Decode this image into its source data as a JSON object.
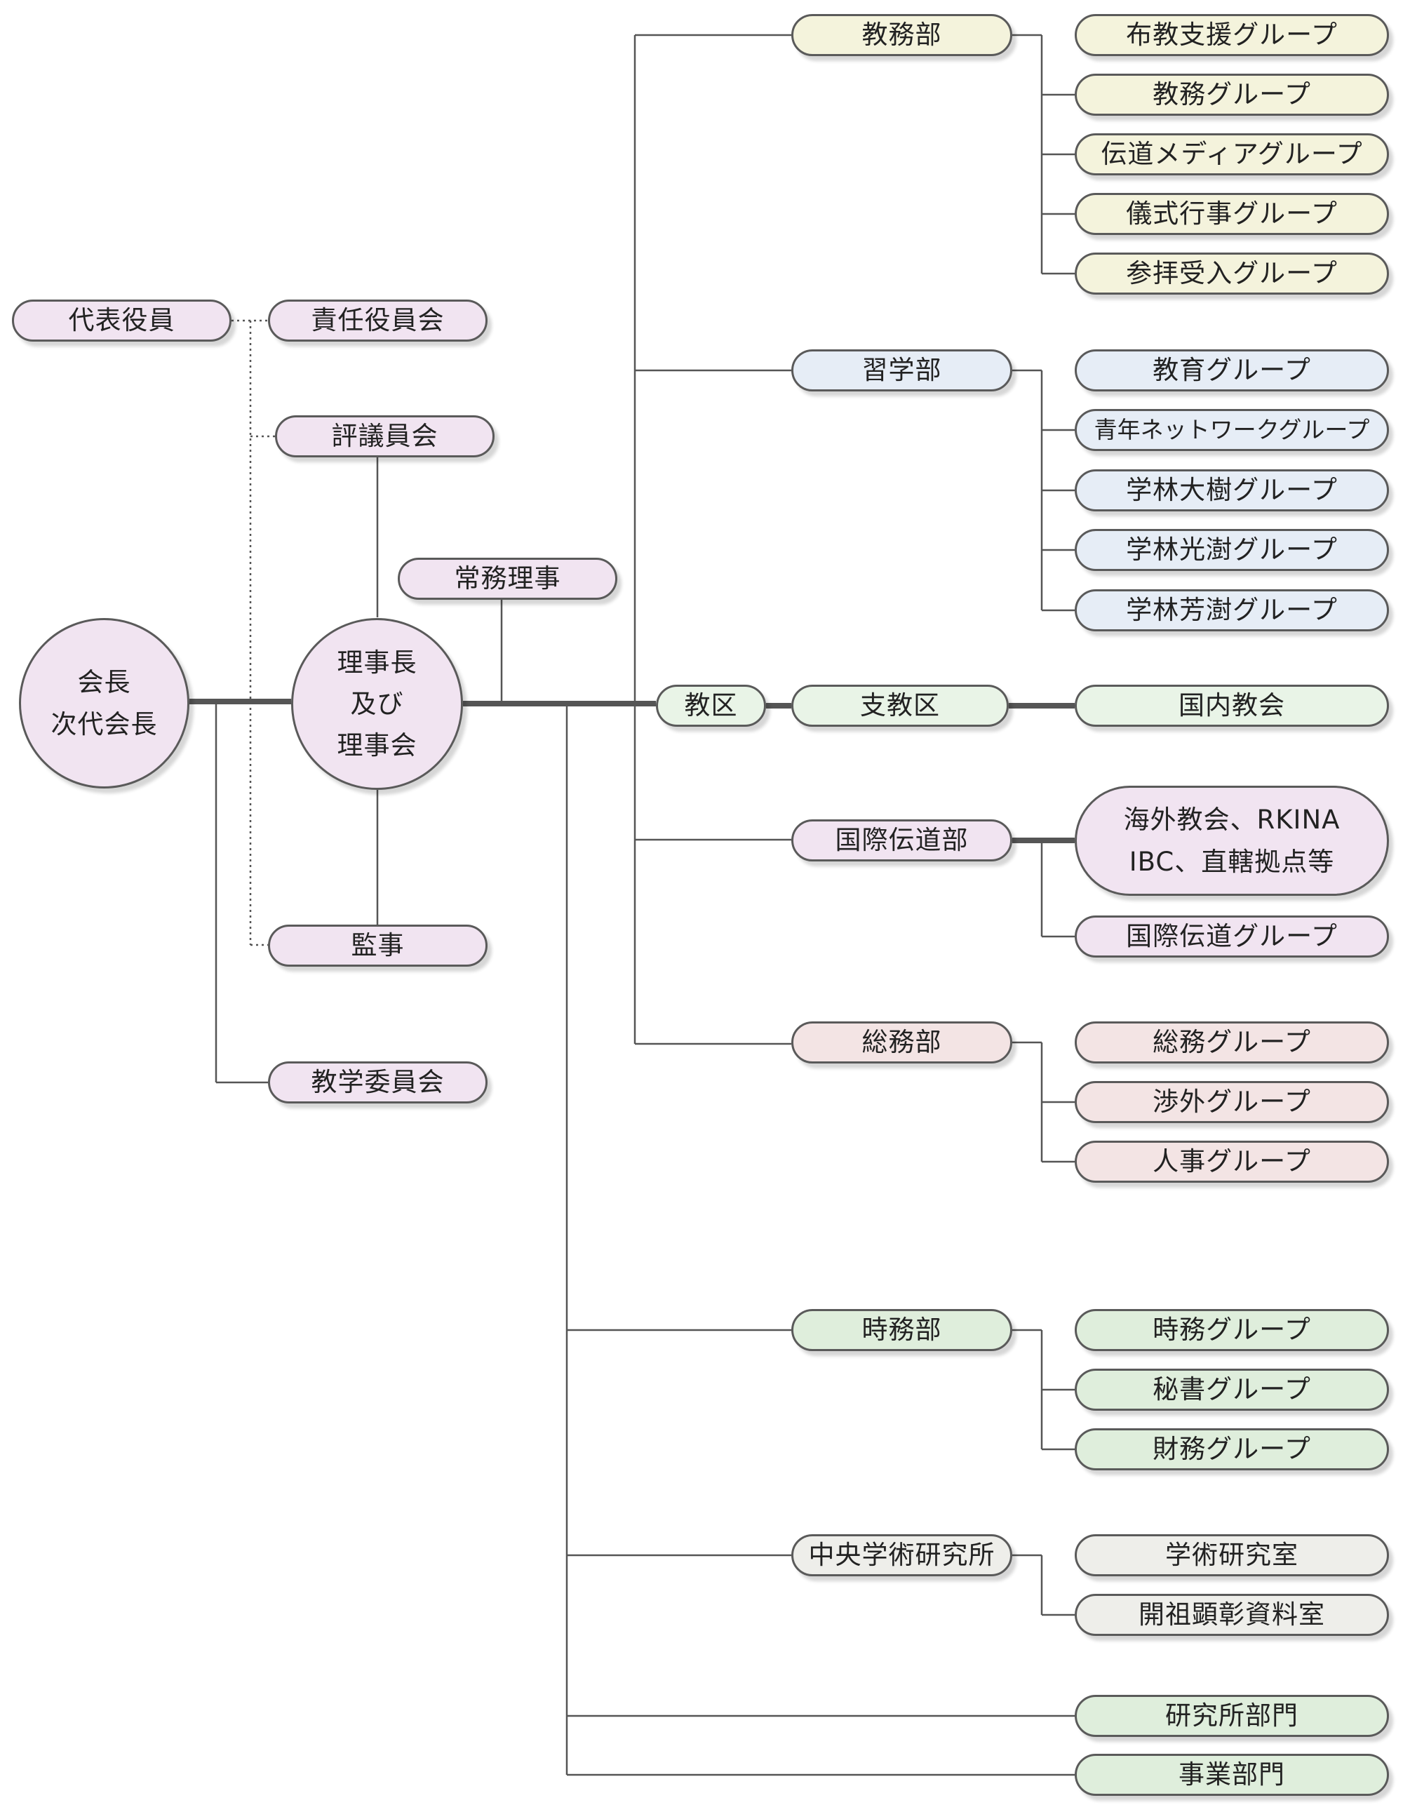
{
  "executive": {
    "chair": [
      "会長",
      "次代会長"
    ],
    "board": [
      "理事長",
      "及び",
      "理事会"
    ],
    "representative_officer": "代表役員",
    "responsible_officers_council": "責任役員会",
    "councilors": "評議員会",
    "managing_director": "常務理事",
    "auditor": "監事",
    "doctrine_committee": "教学委員会"
  },
  "departments": {
    "kyomu": {
      "name": "教務部",
      "groups": [
        "布教支援グループ",
        "教務グループ",
        "伝道メディアグループ",
        "儀式行事グループ",
        "参拝受入グループ"
      ]
    },
    "shugaku": {
      "name": "習学部",
      "groups": [
        "教育グループ",
        "青年ネットワークグループ",
        "学林大樹グループ",
        "学林光澍グループ",
        "学林芳澍グループ"
      ]
    },
    "kyoku": {
      "name": "教区",
      "sub": "支教区",
      "churches": "国内教会"
    },
    "kokusai": {
      "name": "国際伝道部",
      "overseas": [
        "海外教会、RKINA",
        "IBC、直轄拠点等"
      ],
      "groups": [
        "国際伝道グループ"
      ]
    },
    "somu": {
      "name": "総務部",
      "groups": [
        "総務グループ",
        "渉外グループ",
        "人事グループ"
      ]
    },
    "jimu": {
      "name": "時務部",
      "groups": [
        "時務グループ",
        "秘書グループ",
        "財務グループ"
      ]
    },
    "research": {
      "name": "中央学術研究所",
      "groups": [
        "学術研究室",
        "開祖顕彰資料室"
      ]
    },
    "institute_division": "研究所部門",
    "business_division": "事業部門"
  }
}
